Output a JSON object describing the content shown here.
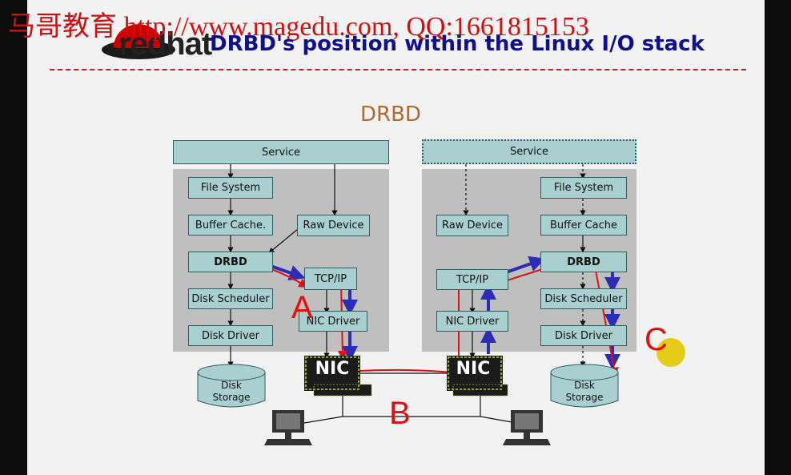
{
  "watermark": "马哥教育 http://www.magedu.com, QQ:1661815153",
  "logo": {
    "text": "redhat"
  },
  "slide_title": "DRBD's position within the Linux I/O stack",
  "diagram": {
    "title": "DRBD",
    "left_node": {
      "service": "Service",
      "file_system": "File System",
      "buffer_cache": "Buffer Cache.",
      "raw_device": "Raw Device",
      "drbd": "DRBD",
      "tcp_ip": "TCP/IP",
      "disk_scheduler": "Disk Scheduler",
      "nic_driver": "NIC Driver",
      "disk_driver": "Disk Driver",
      "nic": "NIC",
      "disk_storage_line1": "Disk",
      "disk_storage_line2": "Storage"
    },
    "right_node": {
      "service": "Service",
      "raw_device": "Raw Device",
      "file_system": "File System",
      "buffer_cache": "Buffer Cache",
      "tcp_ip": "TCP/IP",
      "drbd": "DRBD",
      "disk_scheduler": "Disk Scheduler",
      "nic_driver": "NIC Driver",
      "disk_driver": "Disk Driver",
      "nic": "NIC",
      "disk_storage_line1": "Disk",
      "disk_storage_line2": "Storage"
    },
    "annotations": [
      "A",
      "B",
      "C"
    ]
  },
  "colors": {
    "watermark": "#d01010",
    "title": "#10108a",
    "box": "#a9cfd0",
    "panel": "#bfbfbf",
    "annotation": "#e01010",
    "arrow_blue": "#2c2cb4",
    "pointer": "#e2c800"
  }
}
